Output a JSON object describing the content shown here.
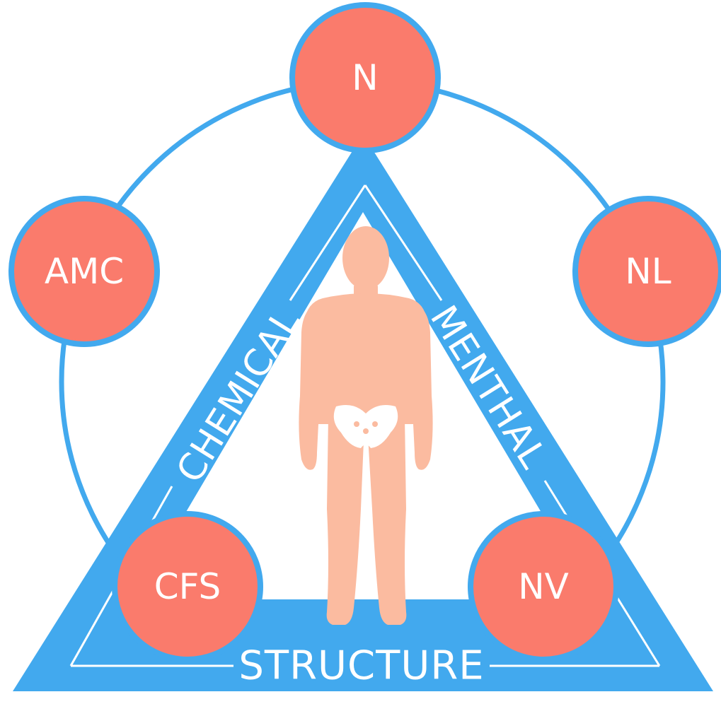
{
  "colors": {
    "blue": "#42a9ee",
    "node": "#fa7b6c",
    "figure": "#fbbba0",
    "pelvis": "#ffffff",
    "background": "#ffffff"
  },
  "sides": {
    "left": "CHEMICAL",
    "right": "MENTHAL",
    "bottom": "STRUCTURE"
  },
  "nodes": {
    "top": "N",
    "upper_left": "AMC",
    "upper_right": "NL",
    "lower_left": "CFS",
    "lower_right": "NV"
  },
  "figure": {
    "icon": "human-body-icon"
  }
}
